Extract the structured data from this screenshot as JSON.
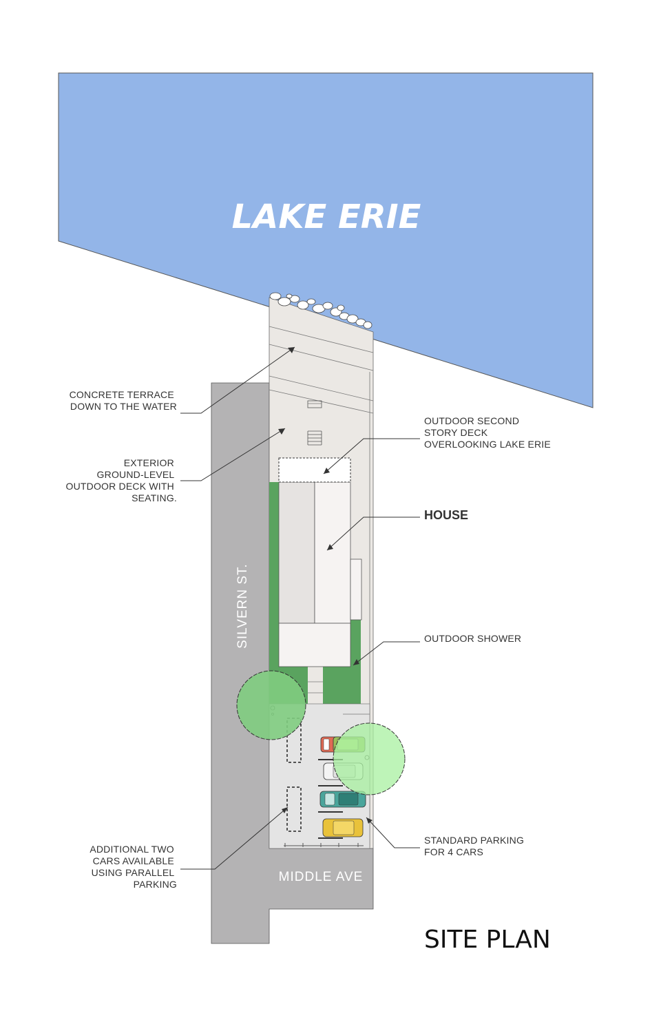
{
  "lake": {
    "name": "LAKE ERIE",
    "color": "#93b5e8"
  },
  "streets": {
    "side": "SILVERN ST.",
    "front": "MIDDLE AVE"
  },
  "callouts": {
    "terrace": [
      "CONCRETE TERRACE",
      "DOWN TO THE WATER"
    ],
    "ground_deck": [
      "EXTERIOR",
      "GROUND-LEVEL",
      "OUTDOOR DECK WITH",
      "SEATING."
    ],
    "second_deck": [
      "OUTDOOR SECOND",
      "STORY DECK",
      "OVERLOOKING LAKE ERIE"
    ],
    "house": "HOUSE",
    "shower": "OUTDOOR SHOWER",
    "standard_parking": [
      "STANDARD PARKING",
      "FOR 4 CARS"
    ],
    "parallel_parking": [
      "ADDITIONAL TWO",
      "CARS AVAILABLE",
      "USING PARALLEL",
      "PARKING"
    ]
  },
  "title": "SITE PLAN",
  "colors": {
    "road": "#b4b3b4",
    "concrete": "#ebe8e4",
    "lawn": "#5aa35f",
    "house_roof_left": "#e6e3e1",
    "house_roof_right": "#f6f3f2",
    "tree_left": "#7fcc7f",
    "tree_right": "#a8f0a0",
    "car_red": "#e06a55",
    "car_olive": "#9bbf5a",
    "car_white": "#f4f4f4",
    "car_teal": "#4aa59b",
    "car_yellow": "#e9c23a"
  }
}
